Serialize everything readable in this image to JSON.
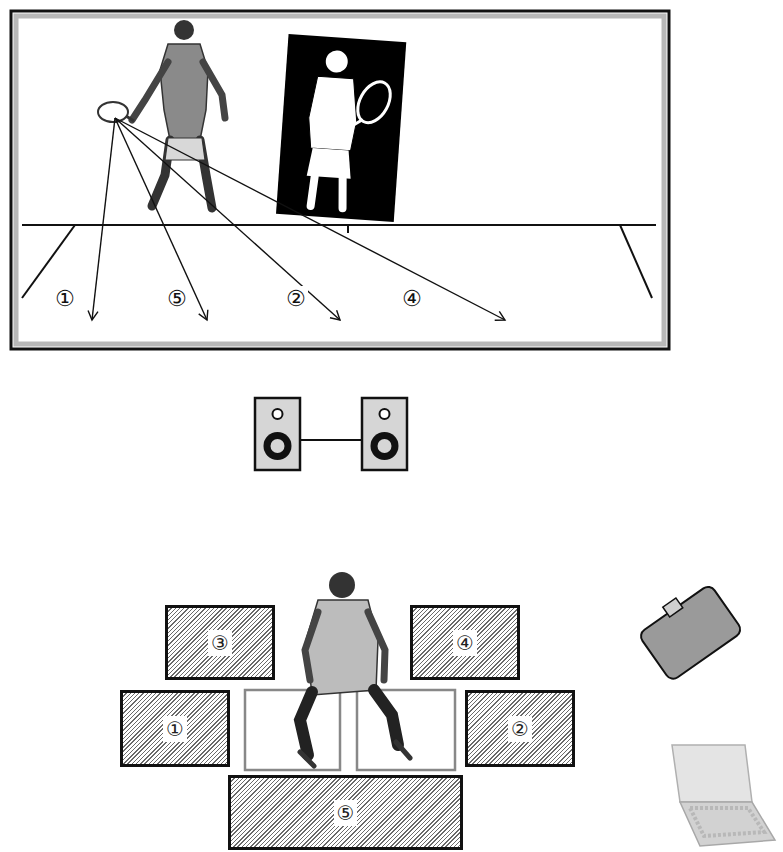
{
  "diagram": {
    "nodes": [
      {
        "text": [
          "③"
        ]
      },
      {
        "text": [
          "④"
        ]
      },
      {
        "text": [
          "①"
        ]
      },
      {
        "text": [
          "②"
        ]
      },
      {
        "text": [
          "⑤"
        ]
      }
    ],
    "labels": [
      "①",
      "⑤",
      "②",
      "④"
    ]
  }
}
